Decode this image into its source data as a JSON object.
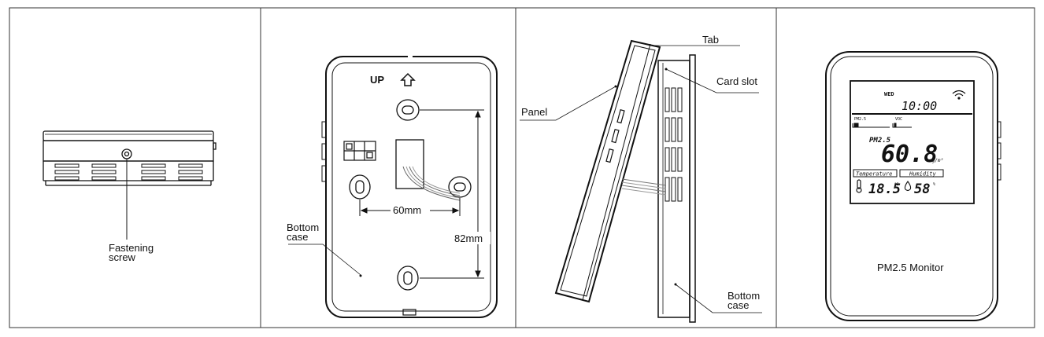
{
  "panel1": {
    "fastening_screw_line1": "Fastening",
    "fastening_screw_line2": "screw"
  },
  "panel2": {
    "up_label": "UP",
    "bottom_case_line1": "Bottom",
    "bottom_case_line2": "case",
    "width_dim": "60mm",
    "height_dim": "82mm"
  },
  "panel3": {
    "tab_label": "Tab",
    "card_slot_label": "Card slot",
    "panel_label": "Panel",
    "bottom_case_line1": "Bottom",
    "bottom_case_line2": "case"
  },
  "panel4": {
    "day": "WED",
    "time": "10:00",
    "pm25_small": "PM2.5",
    "voc_small": "VOC",
    "pm25_label": "PM2.5",
    "pm25_value": "60.8",
    "pm25_unit": "ug/m³",
    "temperature_label": "Temperature",
    "humidity_label": "Humidity",
    "temperature_value": "18.5",
    "humidity_value": "58",
    "temperature_unit": "℃",
    "humidity_unit": "%",
    "product_name": "PM2.5 Monitor"
  }
}
